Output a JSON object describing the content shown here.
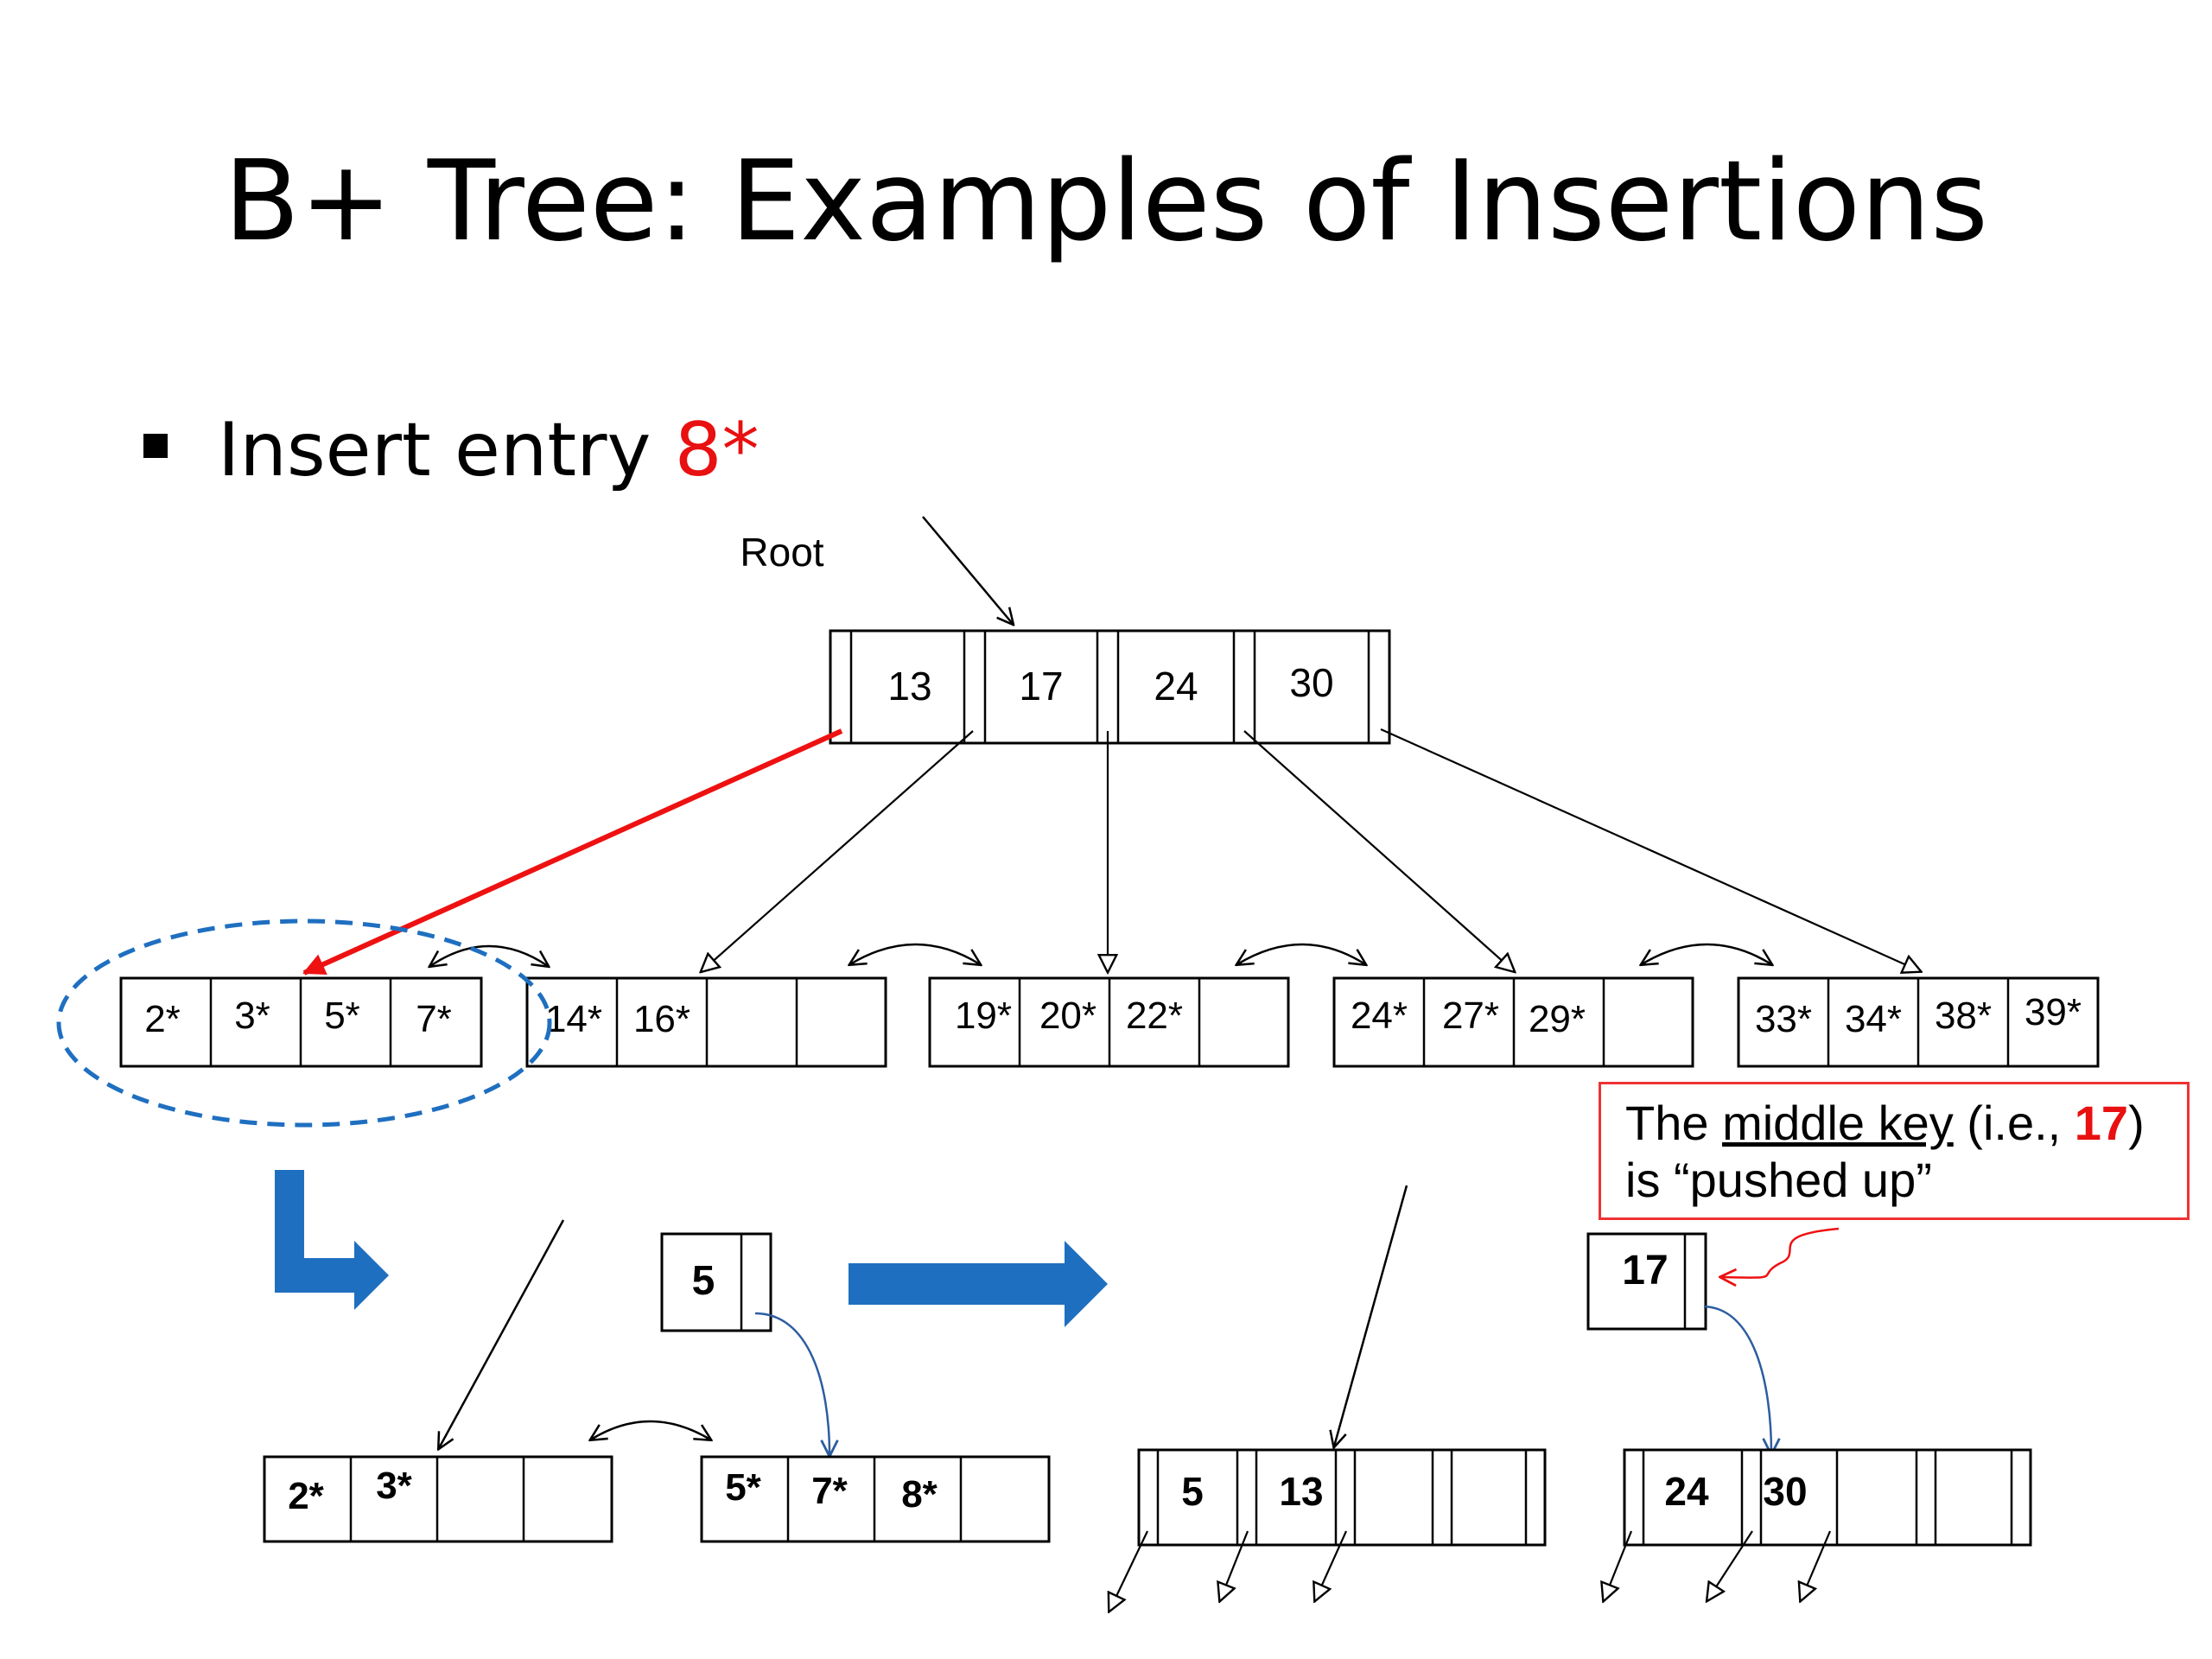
{
  "title": "B+ Tree: Examples of Insertions",
  "bullet": {
    "prefix": "Insert entry ",
    "highlight": "8*",
    "highlight_color": "#e81010"
  },
  "root_label": "Root",
  "root_node": {
    "keys": [
      "13",
      "17",
      "24",
      "30"
    ]
  },
  "leaves": [
    {
      "entries": [
        "2*",
        "3*",
        "5*",
        "7*"
      ]
    },
    {
      "entries": [
        "14*",
        "16*",
        "",
        ""
      ]
    },
    {
      "entries": [
        "19*",
        "20*",
        "22*",
        ""
      ]
    },
    {
      "entries": [
        "24*",
        "27*",
        "29*",
        ""
      ]
    },
    {
      "entries": [
        "33*",
        "34*",
        "38*",
        "39*"
      ]
    }
  ],
  "split_leaves": {
    "pushed_key": "5",
    "left": {
      "entries": [
        "2*",
        "3*",
        "",
        ""
      ]
    },
    "right": {
      "entries": [
        "5*",
        "7*",
        "8*",
        ""
      ]
    }
  },
  "split_index": {
    "pushed_key": "17",
    "left": {
      "keys": [
        "5",
        "13",
        "",
        ""
      ]
    },
    "right": {
      "keys": [
        "24",
        "30",
        "",
        ""
      ]
    }
  },
  "callout": {
    "pre": "The ",
    "underlined": "middle key",
    "mid": " (i.e., ",
    "key": "17",
    "post": ")",
    "line2": "is “pushed up”"
  },
  "colors": {
    "highlight_arrow": "#ee1111",
    "split_arrow": "#1f6fc0",
    "ellipse": "#1f6fc0",
    "pointer_curve": "#2d5da0",
    "callout_border": "#e33333"
  }
}
